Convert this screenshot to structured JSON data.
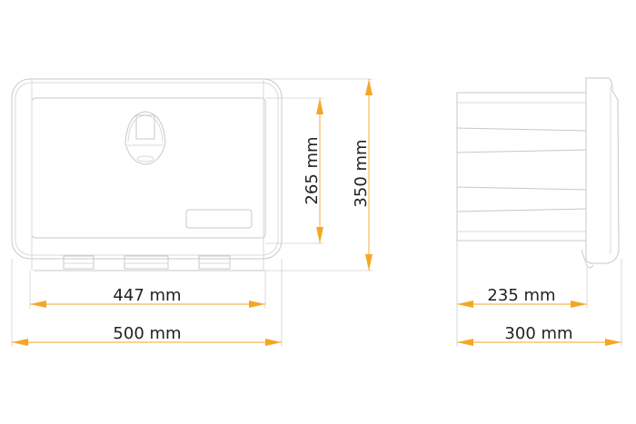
{
  "dimensions": {
    "inner_width": "447 mm",
    "outer_width": "500 mm",
    "inner_height": "265 mm",
    "outer_height": "350 mm",
    "inner_depth": "235 mm",
    "outer_depth": "300 mm"
  },
  "colors": {
    "dimension_line": "#f5a623",
    "drawing_line": "#c8c8c8",
    "text": "#222222"
  }
}
